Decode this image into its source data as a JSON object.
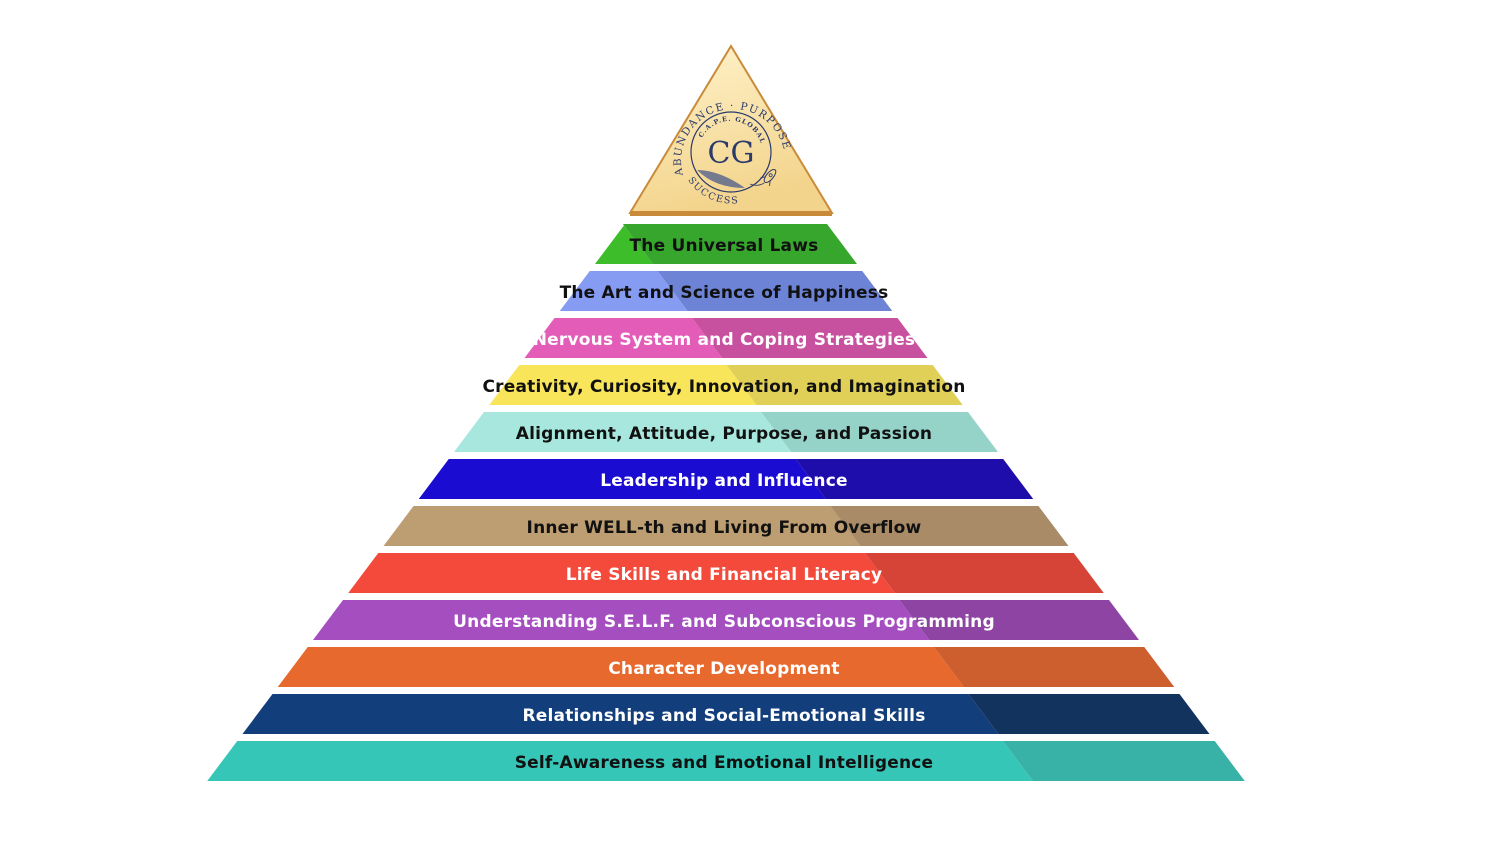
{
  "diagram": {
    "type": "pyramid",
    "capstone": {
      "logo": {
        "monogram": "CG",
        "inner_arc": "C.A.P.E. GLOBAL",
        "outer_arc": "ABUNDANCE · PURPOSE",
        "bottom_arc": "SUCCESS",
        "icon": "rocket-icon"
      },
      "colors": {
        "light": "#fff3cc",
        "mid": "#f3d48c",
        "edge": "#c98a3a"
      }
    },
    "levels": [
      {
        "label": "The Universal Laws",
        "light": "#3dbd2a",
        "dark": "#36a62c",
        "text": "#111111"
      },
      {
        "label": "The Art and Science of Happiness",
        "light": "#869cf2",
        "dark": "#6d84d6",
        "text": "#111111"
      },
      {
        "label": "Nervous System and Coping Strategies",
        "light": "#e35cb8",
        "dark": "#c8519f",
        "text": "#ffffff"
      },
      {
        "label": "Creativity, Curiosity, Innovation, and Imagination",
        "light": "#f9e55a",
        "dark": "#e0d057",
        "text": "#111111"
      },
      {
        "label": "Alignment, Attitude, Purpose, and Passion",
        "light": "#a8e7de",
        "dark": "#95d2c8",
        "text": "#111111"
      },
      {
        "label": "Leadership and Influence",
        "light": "#1a0cd1",
        "dark": "#1e0cab",
        "text": "#ffffff"
      },
      {
        "label": "Inner WELL-th and Living From Overflow",
        "light": "#bd9d72",
        "dark": "#a98b68",
        "text": "#111111"
      },
      {
        "label": "Life Skills and Financial Literacy",
        "light": "#f44a3b",
        "dark": "#d64438",
        "text": "#ffffff"
      },
      {
        "label": "Understanding S.E.L.F. and Subconscious Programming",
        "light": "#a54ec0",
        "dark": "#8d44a2",
        "text": "#ffffff"
      },
      {
        "label": "Character Development",
        "light": "#e8692d",
        "dark": "#cd5e2d",
        "text": "#ffffff"
      },
      {
        "label": "Relationships and Social-Emotional Skills",
        "light": "#123e7c",
        "dark": "#13335f",
        "text": "#ffffff"
      },
      {
        "label": "Self-Awareness and Emotional Intelligence",
        "light": "#35c6b8",
        "dark": "#38b1a6",
        "text": "#111111"
      }
    ]
  }
}
